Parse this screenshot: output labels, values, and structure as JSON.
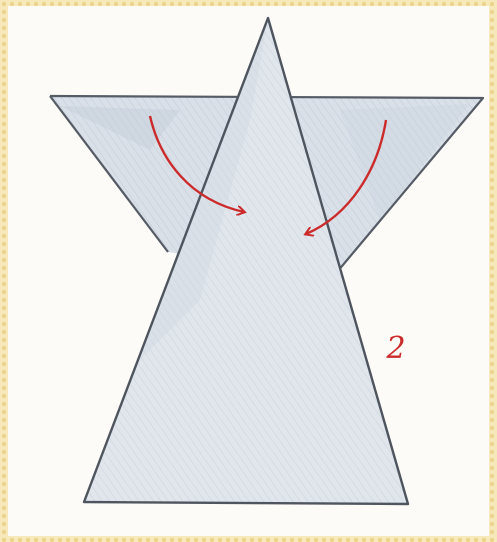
{
  "step_label": "2",
  "colors": {
    "frame_border": "#f1dfa0",
    "paper_bg": "#fdfbf7",
    "shading_fill": "#d3dbe4",
    "shading_dark": "#b6c1ce",
    "outline": "#565c66",
    "arrow_red": "#cc2b2b"
  },
  "shapes": [
    "inverted-triangle-wings",
    "upright-triangle-body"
  ],
  "arrows": [
    "fold-arrow-left",
    "fold-arrow-right"
  ]
}
